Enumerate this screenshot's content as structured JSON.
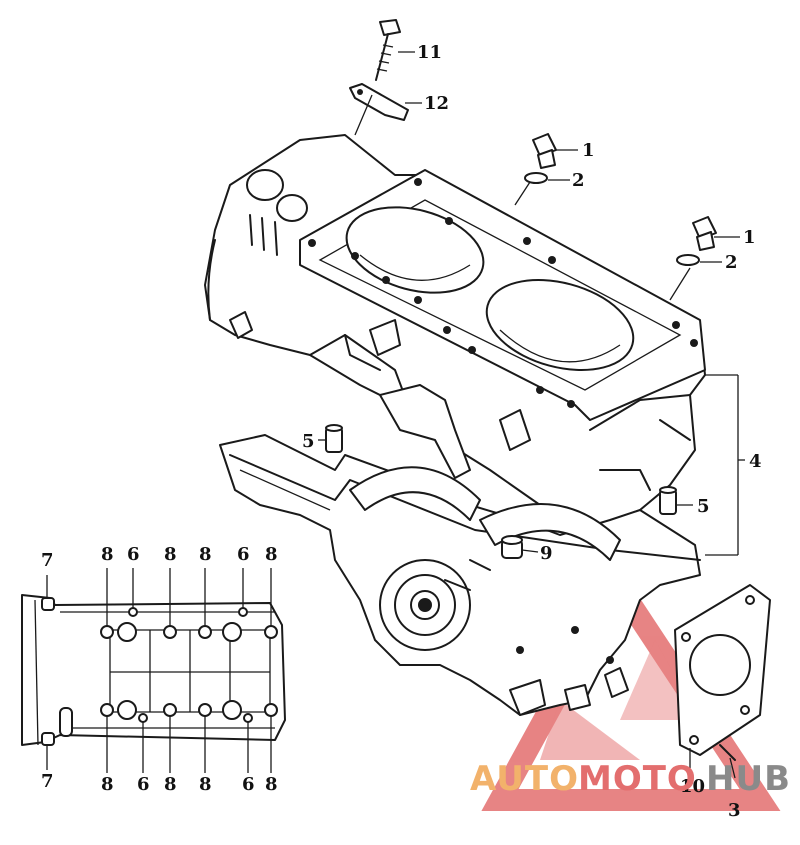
{
  "callouts": {
    "c1a": "1",
    "c2a": "2",
    "c1b": "1",
    "c2b": "2",
    "c11": "11",
    "c12": "12",
    "c4": "4",
    "c5a": "5",
    "c5b": "5",
    "c9": "9",
    "c10": "10",
    "c3": "3",
    "inset_top": [
      "7",
      "8",
      "6",
      "8",
      "8",
      "6",
      "8"
    ],
    "inset_bottom": [
      "7",
      "8",
      "6",
      "8",
      "8",
      "6",
      "8"
    ]
  },
  "watermark": {
    "text_auto": "AUTO",
    "text_moto": "MOTO",
    "text_hub": "HUB",
    "color_red": "#e36e6e",
    "color_orange": "#f2b26b",
    "color_gray": "#8a8a8a"
  }
}
